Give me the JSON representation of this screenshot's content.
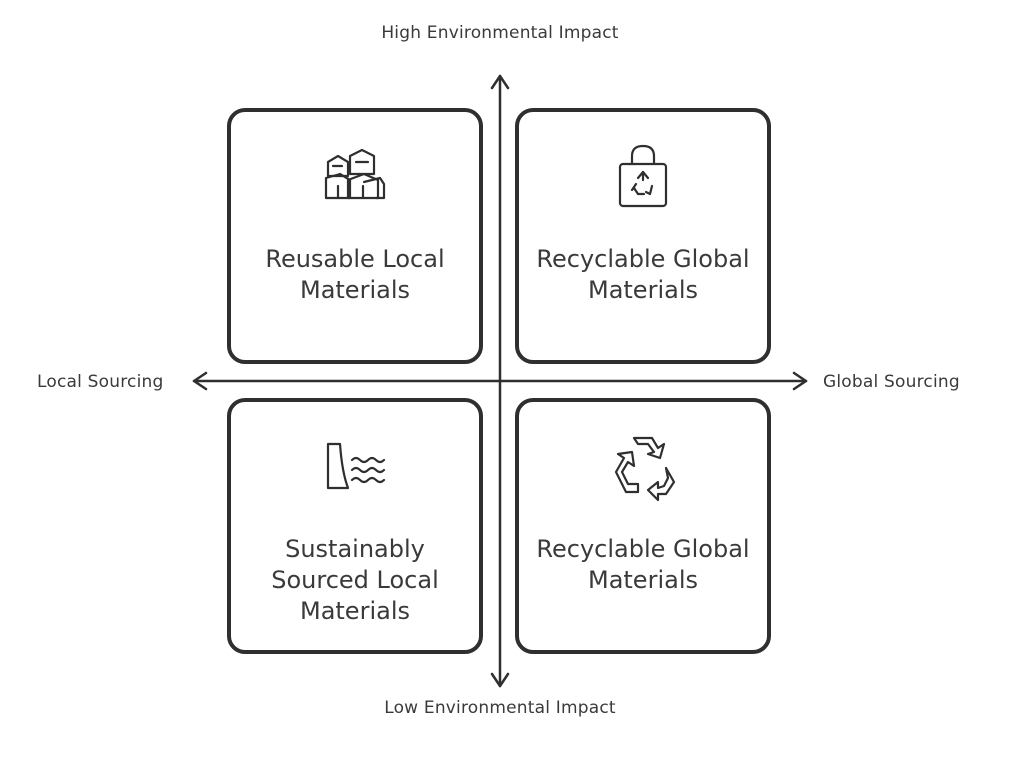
{
  "axes": {
    "top": "High Environmental Impact",
    "bottom": "Low Environmental Impact",
    "left": "Local Sourcing",
    "right": "Global Sourcing"
  },
  "quadrants": {
    "top_left": {
      "label": "Reusable Local Materials",
      "icon": "stacked-buildings-icon"
    },
    "top_right": {
      "label": "Recyclable Global Materials",
      "icon": "recycle-bag-icon"
    },
    "bottom_left": {
      "label": "Sustainably Sourced Local Materials",
      "icon": "dam-water-icon"
    },
    "bottom_right": {
      "label": "Recyclable Global Materials",
      "icon": "recycle-icon"
    }
  },
  "colors": {
    "stroke": "#2f2f2f",
    "text": "#3a3a3a",
    "background": "#ffffff"
  }
}
